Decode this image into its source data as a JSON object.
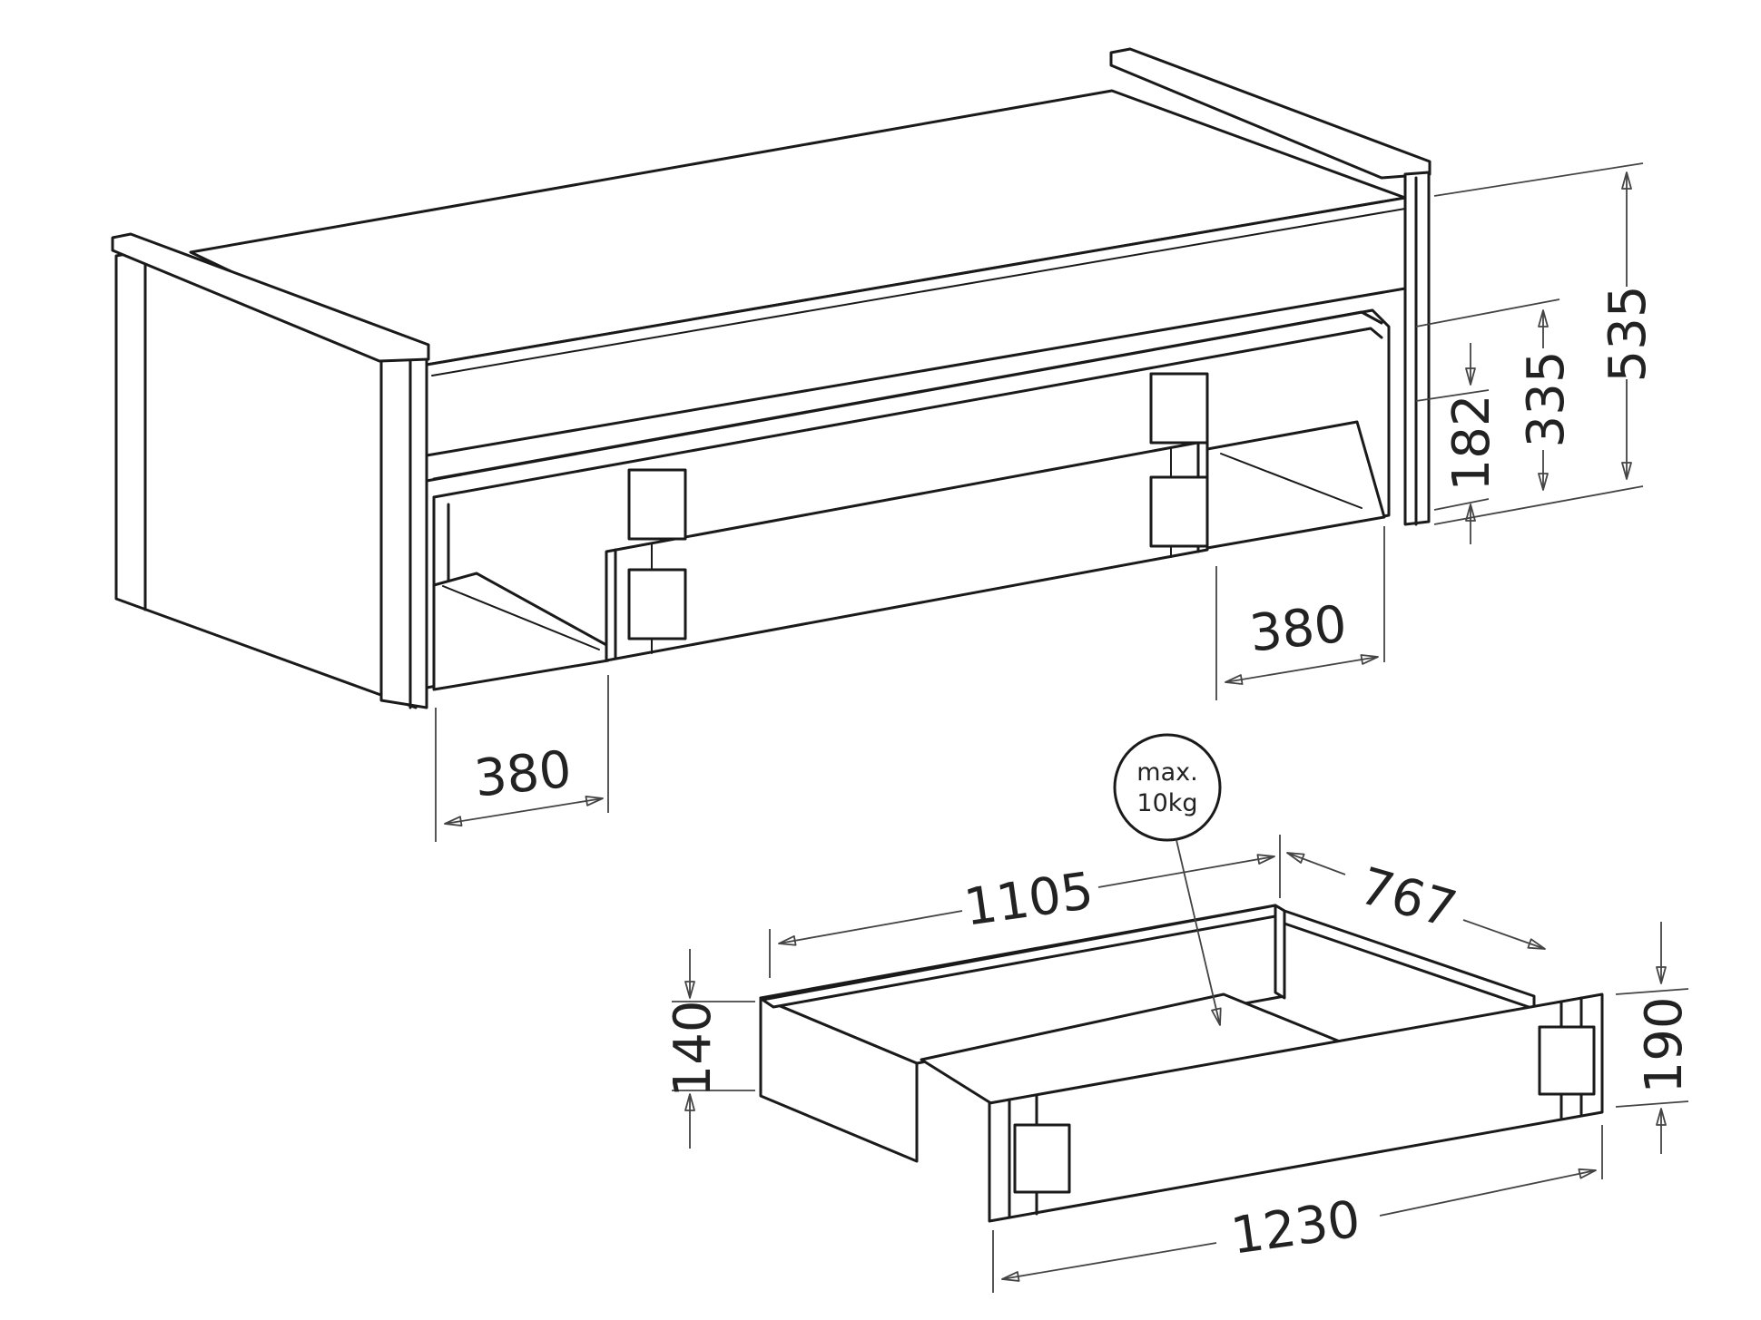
{
  "dimensions": {
    "bed_height": "535",
    "drawer_top_height": "335",
    "drawer_clearance": "182",
    "shelf_depth_right": "380",
    "shelf_depth_left": "380",
    "drawer_inner_length": "1105",
    "drawer_depth": "767",
    "drawer_side_height": "140",
    "drawer_front_height": "190",
    "drawer_front_length": "1230"
  },
  "load_badge": {
    "line1": "max.",
    "line2": "10kg"
  }
}
